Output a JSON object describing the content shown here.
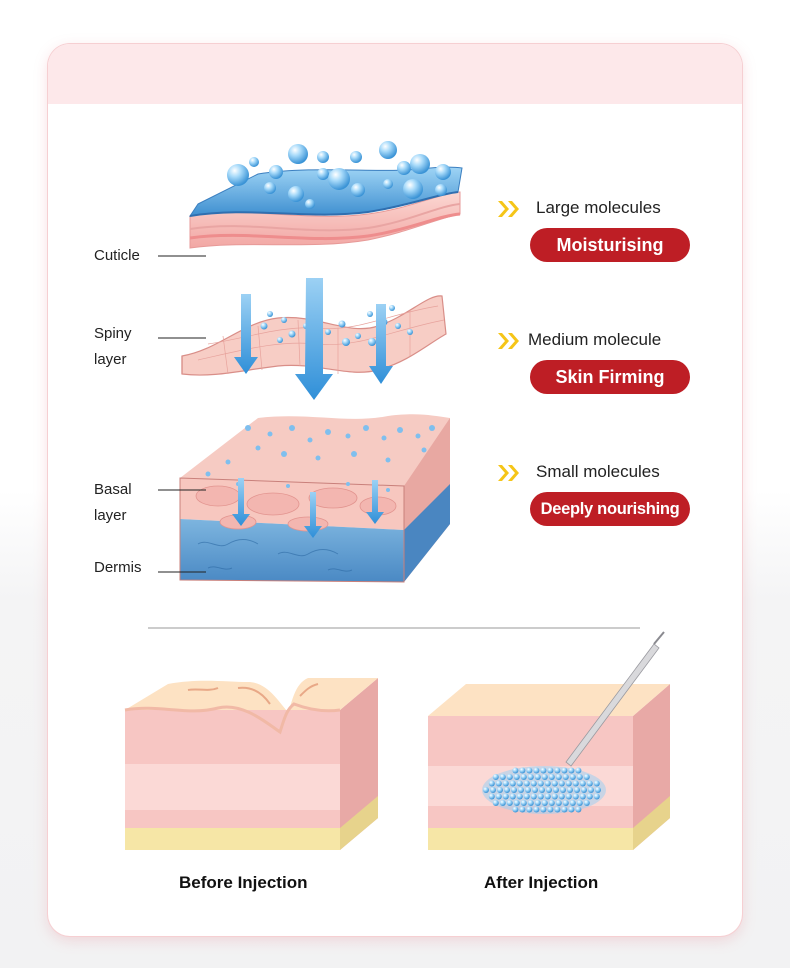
{
  "colors": {
    "accent_red": "#be1e25",
    "header_pink": "#fde8ea",
    "chevron_yellow": "#f5c518",
    "water_blue": "#5aaee6",
    "skin_pink": "#f6c2c0"
  },
  "layers": {
    "cuticle": "Cuticle",
    "spiny_line1": "Spiny",
    "spiny_line2": "layer",
    "basal_line1": "Basal",
    "basal_line2": "layer",
    "dermis": "Dermis"
  },
  "molecules": [
    {
      "label": "Large molecules",
      "benefit": "Moisturising",
      "icon": "double-chevron-icon"
    },
    {
      "label": "Medium molecule",
      "benefit": "Skin Firming",
      "icon": "double-chevron-icon"
    },
    {
      "label": "Small molecules",
      "benefit": "Deeply nourishing",
      "icon": "double-chevron-icon"
    }
  ],
  "comparison": {
    "before": "Before Injection",
    "after": "After Injection"
  }
}
